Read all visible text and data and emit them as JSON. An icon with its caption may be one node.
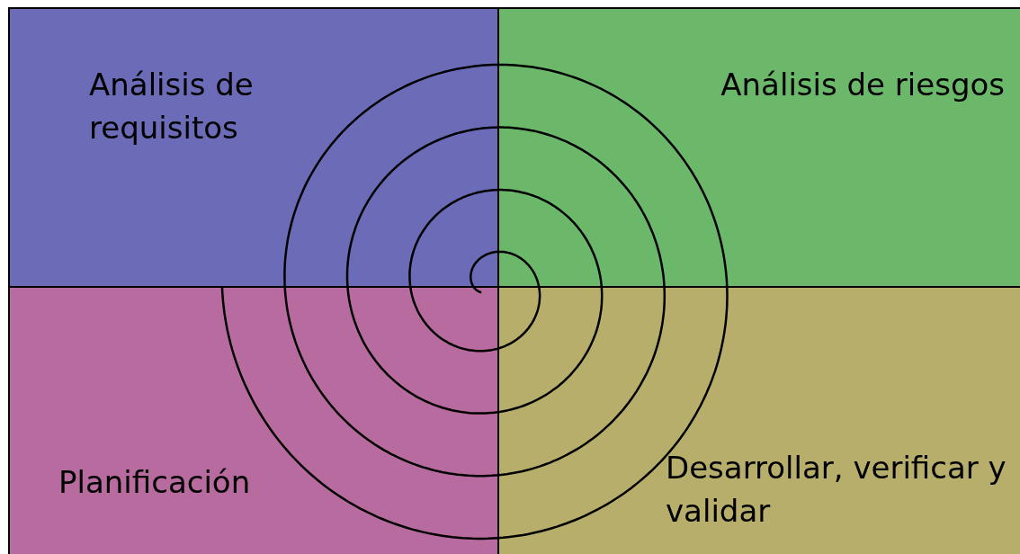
{
  "diagram": {
    "nodes": [
      {
        "text": [
          "Análisis de requisitos"
        ]
      },
      {
        "text": [
          "Análisis de riesgos"
        ]
      },
      {
        "text": [
          "Planificación"
        ]
      },
      {
        "text": [
          "Desarrollar, verificar y validar"
        ]
      }
    ]
  }
}
